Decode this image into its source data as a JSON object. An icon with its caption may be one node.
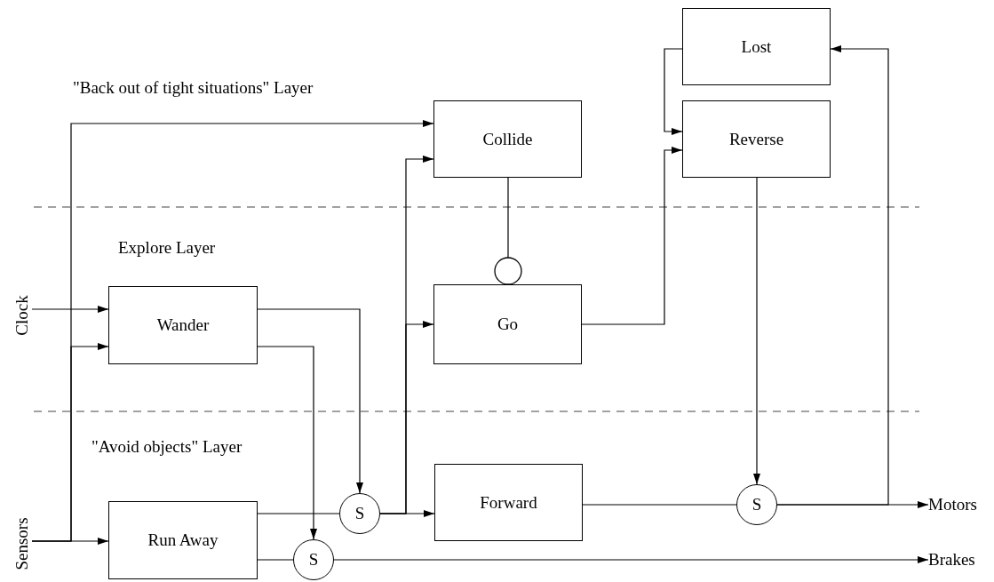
{
  "diagram": {
    "nodes": [
      {
        "text": [
          "Clock"
        ]
      },
      {
        "text": [
          "Sensors"
        ]
      },
      {
        "text": [
          "Collide"
        ]
      },
      {
        "text": [
          "Lost"
        ]
      },
      {
        "text": [
          "Reverse"
        ]
      },
      {
        "text": [
          "Wander"
        ]
      },
      {
        "text": [
          "Go"
        ]
      },
      {
        "text": [
          "Run Away"
        ]
      },
      {
        "text": [
          "Forward"
        ]
      },
      {
        "text": [
          "S"
        ]
      },
      {
        "text": [
          "S"
        ]
      },
      {
        "text": [
          "S"
        ]
      },
      {
        "text": [
          "Motors"
        ]
      },
      {
        "text": [
          "Brakes"
        ]
      }
    ],
    "edges": [
      {
        "from": 0,
        "to": 5,
        "arrow": "to"
      },
      {
        "from": 1,
        "to": 7,
        "arrow": "to"
      },
      {
        "from": 1,
        "to": 5,
        "arrow": "to"
      },
      {
        "from": 1,
        "to": 2,
        "arrow": "to"
      },
      {
        "from": 5,
        "to": 9,
        "arrow": "to"
      },
      {
        "from": 5,
        "to": 10,
        "arrow": "to"
      },
      {
        "from": 7,
        "to": 9,
        "arrow": "none"
      },
      {
        "from": 7,
        "to": 10,
        "arrow": "none"
      },
      {
        "from": 9,
        "to": 8,
        "arrow": "to"
      },
      {
        "from": 9,
        "to": 2,
        "arrow": "to"
      },
      {
        "from": 9,
        "to": 6,
        "arrow": "to"
      },
      {
        "from": 2,
        "to": 6,
        "arrow": "other"
      },
      {
        "from": 6,
        "to": 4,
        "arrow": "to"
      },
      {
        "from": 3,
        "to": 4,
        "arrow": "to"
      },
      {
        "from": 4,
        "to": 11,
        "arrow": "to"
      },
      {
        "from": 8,
        "to": 11,
        "arrow": "none"
      },
      {
        "from": 11,
        "to": 12,
        "arrow": "to"
      },
      {
        "from": 11,
        "to": 3,
        "arrow": "to"
      },
      {
        "from": 10,
        "to": 13,
        "arrow": "to"
      }
    ],
    "labels": [
      "\"Back out of tight situations\" Layer",
      "Explore Layer",
      "\"Avoid objects\" Layer"
    ]
  }
}
